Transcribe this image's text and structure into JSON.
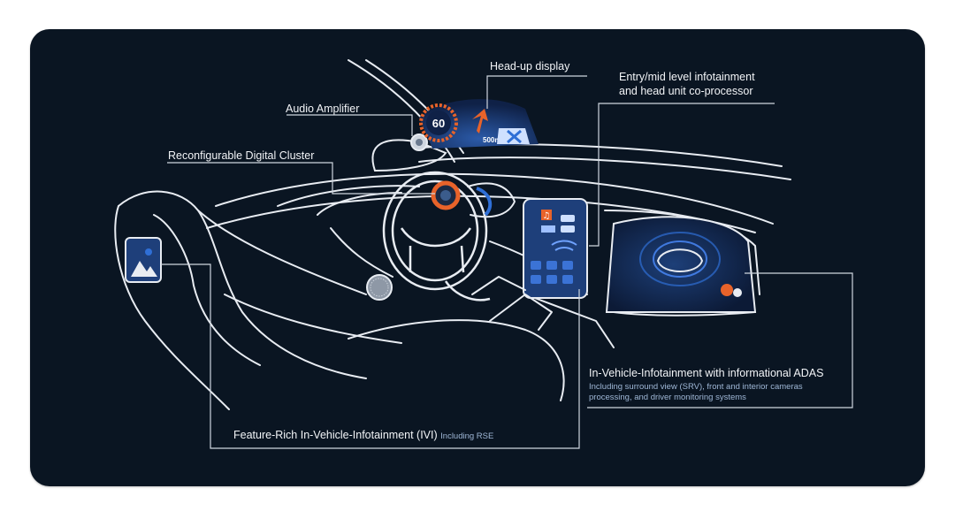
{
  "labels": {
    "hud": "Head-up display",
    "infotainment_line1": "Entry/mid level infotainment",
    "infotainment_line2": "and head unit co-processor",
    "audio": "Audio Amplifier",
    "cluster": "Reconfigurable Digital Cluster",
    "adas_title": "In-Vehicle-Infotainment with informational ADAS",
    "adas_sub_line1": "Including surround view (SRV), front and interior cameras",
    "adas_sub_line2": "processing, and driver monitoring systems",
    "ivi_title": "Feature-Rich In-Vehicle-Infotainment (IVI)",
    "ivi_sub": "Including RSE"
  },
  "hud_display": {
    "speed": "60",
    "distance": "500m"
  },
  "colors": {
    "background": "#0a1522",
    "line": "#e8ecf2",
    "accent_orange": "#e8632a",
    "accent_blue": "#2f6fd6",
    "screen": "#1e3f7a"
  }
}
